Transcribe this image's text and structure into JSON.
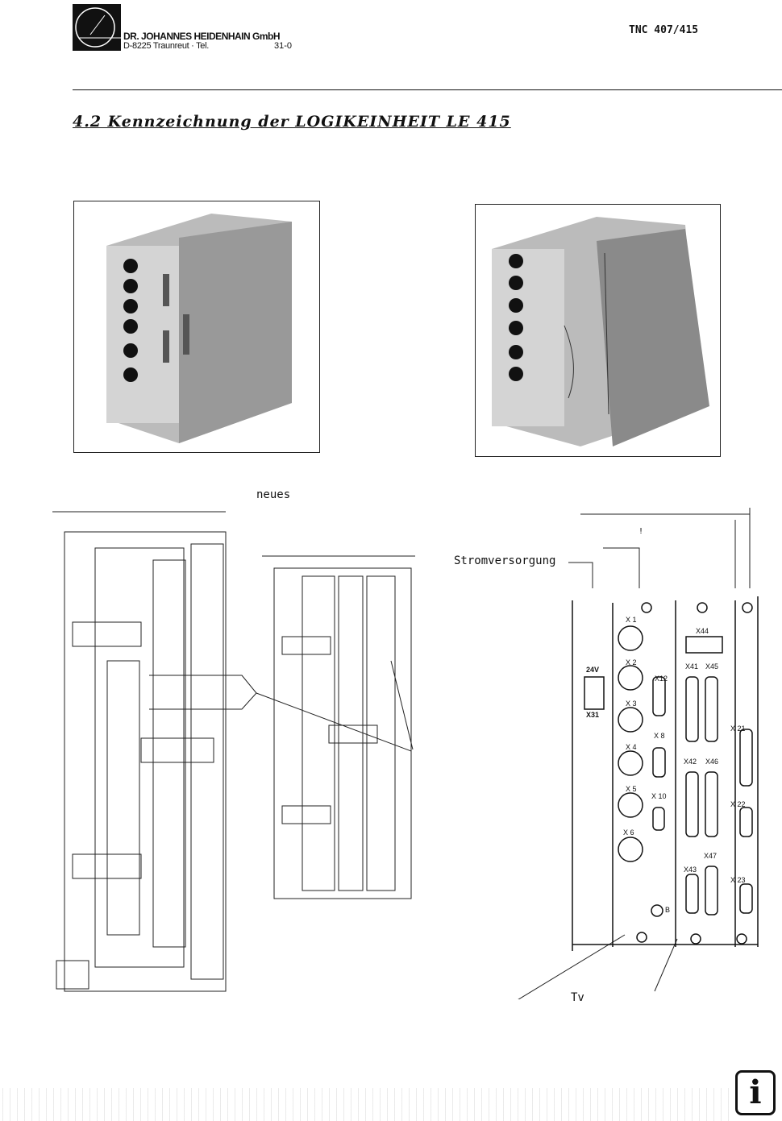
{
  "header": {
    "company": "DR. JOHANNES HEIDENHAIN GmbH",
    "address": "D-8225 Traunreut · Tel.",
    "tel": "31-0",
    "document_id": "TNC 407/415"
  },
  "section_title": "4.2 Kennzeichnung der LOGIKEINHEIT LE 415",
  "annotations": {
    "neues": "neues",
    "stromversorgung": "Stromversorgung",
    "tv": "Tv",
    "mark": "!"
  },
  "front_panel": {
    "power_label": "24V",
    "power_connector": "X31",
    "col1": [
      "X 1",
      "X 2",
      "X 3",
      "X 4",
      "X 5",
      "X 6"
    ],
    "col2": [
      "X12",
      "X 8",
      "X 10"
    ],
    "col3_top": "X44",
    "col3": [
      "X41",
      "X45",
      "X42",
      "X46",
      "X43",
      "X47"
    ],
    "col4": [
      "X 21",
      "X 22",
      "X 23"
    ],
    "b_label": "B"
  },
  "info_icon": "i"
}
